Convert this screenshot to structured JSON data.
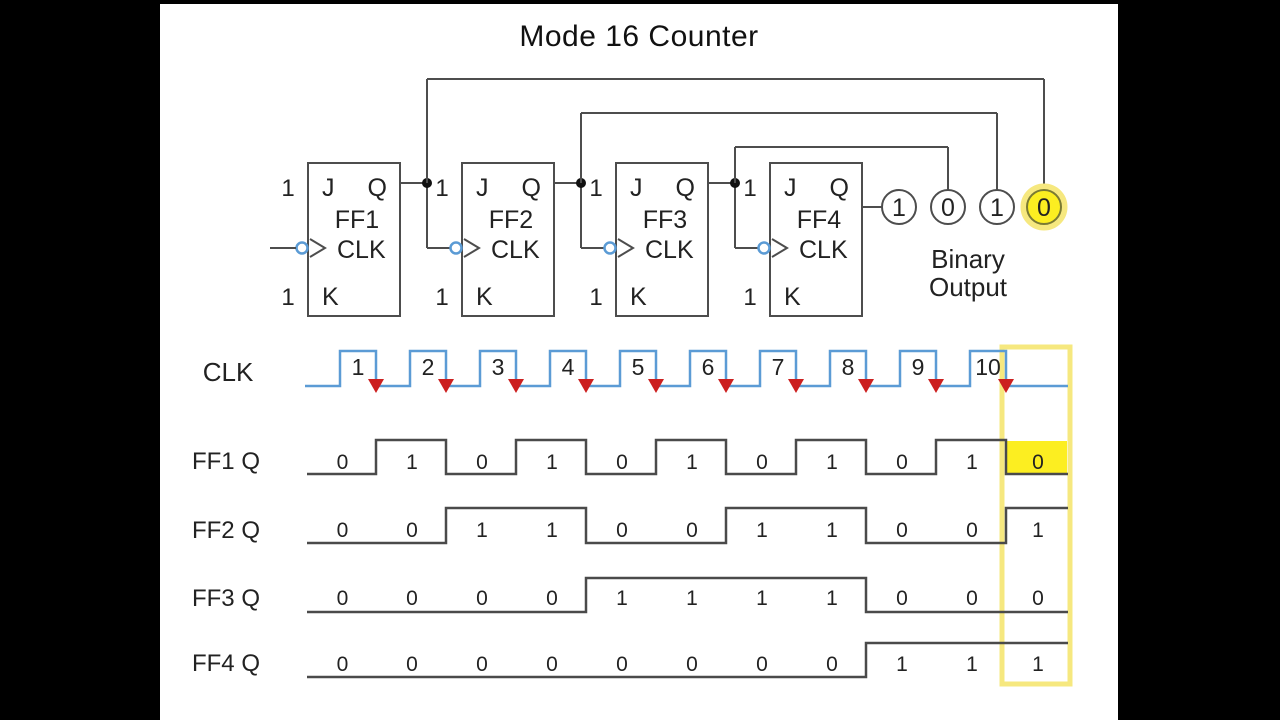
{
  "title": "Mode 16 Counter",
  "colors": {
    "wire": "#4d4d4d",
    "waveform": "#4a4a4a",
    "clk_blue": "#5b9bd5",
    "edge_red": "#cc1f1f",
    "highlight_fill": "#fcee21",
    "highlight_column": "#f6e87f",
    "dot": "#111111",
    "letterbox": "#000000"
  },
  "icons": {
    "junction": "filled-dot",
    "clock_bubble": "open-circle",
    "clock_wedge": "greater-than",
    "falling_edge_marker": "triangle-down"
  },
  "circuit": {
    "flip_flops": [
      {
        "name": "FF1",
        "j": "J",
        "q": "Q",
        "clk": "CLK",
        "k": "K",
        "j_input": "1",
        "k_input": "1"
      },
      {
        "name": "FF2",
        "j": "J",
        "q": "Q",
        "clk": "CLK",
        "k": "K",
        "j_input": "1",
        "k_input": "1"
      },
      {
        "name": "FF3",
        "j": "J",
        "q": "Q",
        "clk": "CLK",
        "k": "K",
        "j_input": "1",
        "k_input": "1"
      },
      {
        "name": "FF4",
        "j": "J",
        "q": "Q",
        "clk": "CLK",
        "k": "K",
        "j_input": "1",
        "k_input": "1"
      }
    ],
    "binary_output": {
      "bits": [
        {
          "value": "1",
          "highlighted": false
        },
        {
          "value": "0",
          "highlighted": false
        },
        {
          "value": "1",
          "highlighted": false
        },
        {
          "value": "0",
          "highlighted": true
        }
      ],
      "label_lines": [
        "Binary",
        "Output"
      ]
    }
  },
  "timing": {
    "clk": {
      "label": "CLK",
      "pulses": [
        "1",
        "2",
        "3",
        "4",
        "5",
        "6",
        "7",
        "8",
        "9",
        "10"
      ]
    },
    "rows": [
      {
        "label": "FF1 Q",
        "values": [
          "0",
          "1",
          "0",
          "1",
          "0",
          "1",
          "0",
          "1",
          "0",
          "1",
          "0"
        ],
        "highlight_last_cell": true
      },
      {
        "label": "FF2 Q",
        "values": [
          "0",
          "0",
          "1",
          "1",
          "0",
          "0",
          "1",
          "1",
          "0",
          "0",
          "1"
        ],
        "highlight_last_cell": false
      },
      {
        "label": "FF3 Q",
        "values": [
          "0",
          "0",
          "0",
          "0",
          "1",
          "1",
          "1",
          "1",
          "0",
          "0",
          "0"
        ],
        "highlight_last_cell": false
      },
      {
        "label": "FF4 Q",
        "values": [
          "0",
          "0",
          "0",
          "0",
          "0",
          "0",
          "0",
          "0",
          "1",
          "1",
          "1"
        ],
        "highlight_last_cell": false
      }
    ]
  }
}
